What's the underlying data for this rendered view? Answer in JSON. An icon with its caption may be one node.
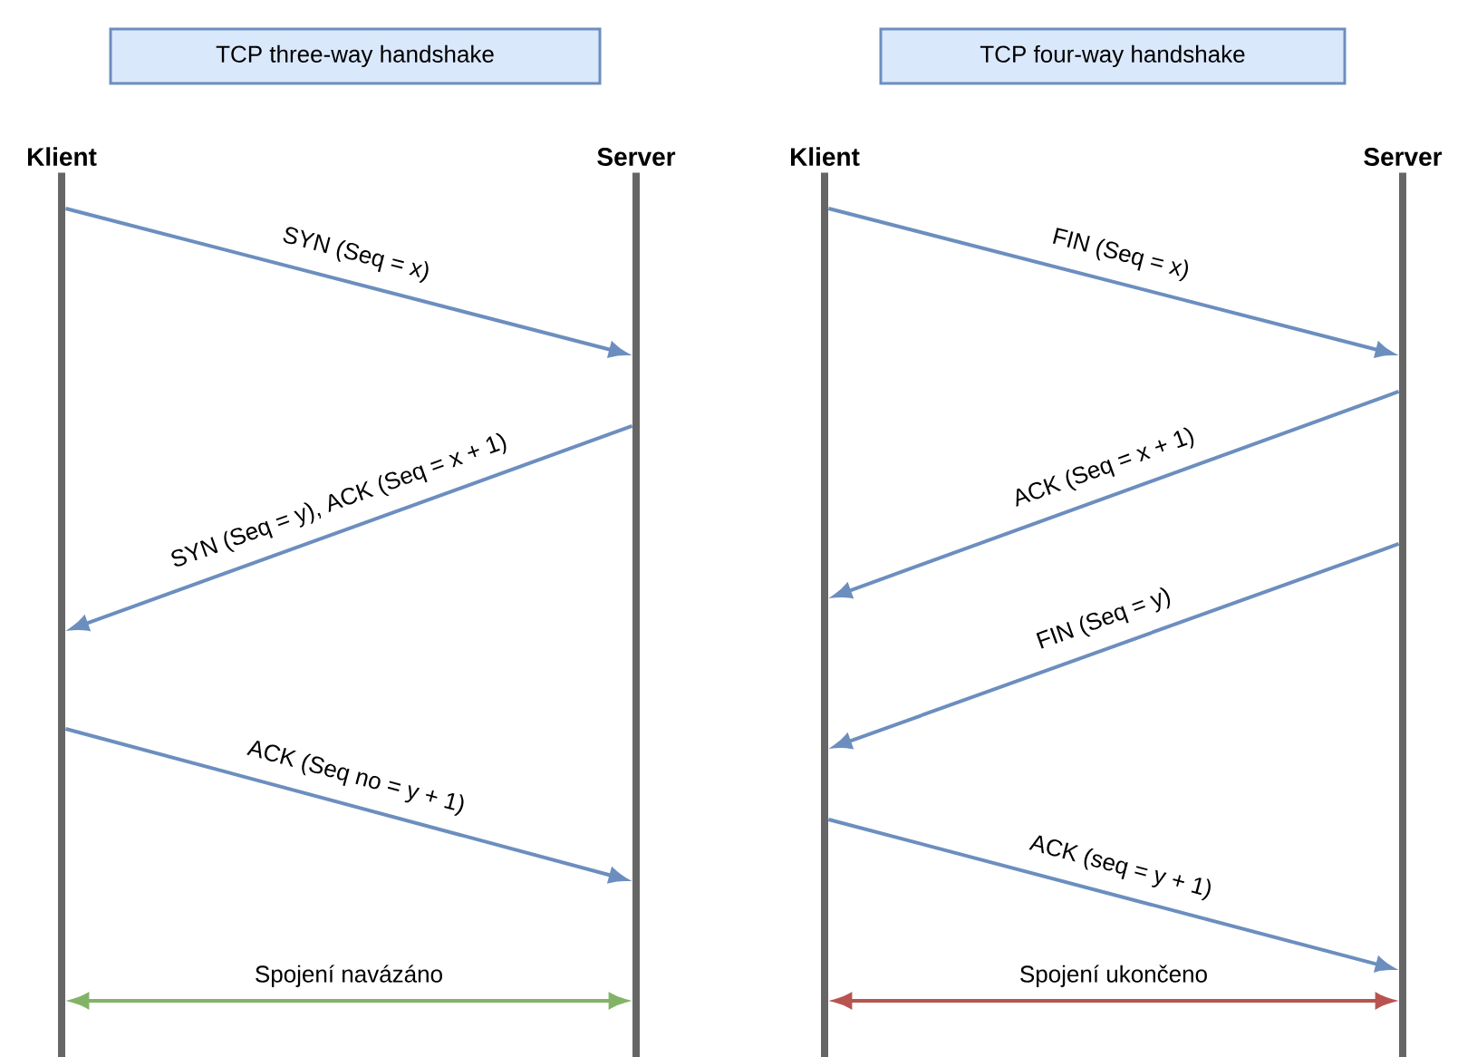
{
  "diagram": {
    "nodes": [
      {
        "text": [
          "TCP three-way handshake"
        ]
      },
      {
        "text": [
          "TCP four-way handshake"
        ]
      },
      {
        "text": [
          "Klient"
        ]
      },
      {
        "text": [
          "Server"
        ]
      },
      {
        "text": [
          "Klient"
        ]
      },
      {
        "text": [
          "Server"
        ]
      }
    ],
    "edges": [
      {
        "from": 2,
        "to": 3,
        "arrow": "to",
        "label": "SYN (Seq = x)"
      },
      {
        "from": 3,
        "to": 2,
        "arrow": "to",
        "label": "SYN (Seq = y), ACK (Seq = x + 1)"
      },
      {
        "from": 2,
        "to": 3,
        "arrow": "to",
        "label": "ACK (Seq no = y + 1)"
      },
      {
        "from": 2,
        "to": 3,
        "arrow": "both",
        "label": "Spojení navázáno",
        "color": "#82b366"
      },
      {
        "from": 4,
        "to": 5,
        "arrow": "to",
        "label": "FIN (Seq = x)"
      },
      {
        "from": 5,
        "to": 4,
        "arrow": "to",
        "label": "ACK (Seq = x + 1)"
      },
      {
        "from": 5,
        "to": 4,
        "arrow": "to",
        "label": "FIN (Seq = y)"
      },
      {
        "from": 4,
        "to": 5,
        "arrow": "to",
        "label": "ACK (seq = y + 1)"
      },
      {
        "from": 4,
        "to": 5,
        "arrow": "both",
        "label": "Spojení ukončeno",
        "color": "#b85450"
      }
    ]
  }
}
